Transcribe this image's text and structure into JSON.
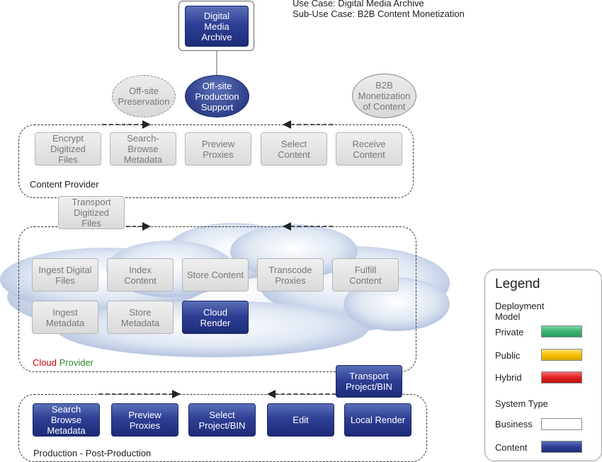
{
  "header": {
    "use_case": "Use Case: Digital Media Archive",
    "sub_use_case": "Sub-Use Case: B2B Content Monetization"
  },
  "top": {
    "archive": "Digital\nMedia\nArchive",
    "offsite_production": "Off-site\nProduction\nSupport",
    "offsite_preservation": "Off-site\nPreservation",
    "b2b": "B2B\nMonetization\nof Content"
  },
  "content_provider": {
    "label": "Content Provider",
    "boxes": [
      "Encrypt\nDigitized\nFiles",
      "Search-\nBrowse\nMetadata",
      "Preview\nProxies",
      "Select\nContent",
      "Receive\nContent"
    ],
    "transport": "Transport\nDigitized\nFiles"
  },
  "cloud_provider": {
    "label_part1": "Cloud",
    "label_part2": "Provider",
    "row1": [
      "Ingest Digital\nFiles",
      "Index\nContent",
      "Store Content",
      "Transcode\nProxies",
      "Fulfill\nContent"
    ],
    "row2": [
      "Ingest\nMetadata",
      "Store\nMetadata",
      "Cloud\nRender"
    ],
    "transport": "Transport\nProject/BIN"
  },
  "production": {
    "label": "Production - Post-Production",
    "boxes": [
      "Search\nBrowse\nMetadata",
      "Preview\nProxies",
      "Select\nProject/BIN",
      "Edit",
      "Local Render"
    ]
  },
  "legend": {
    "title": "Legend",
    "deployment_model": "Deployment\nModel",
    "private": "Private",
    "public": "Public",
    "hybrid": "Hybrid",
    "system_type": "System Type",
    "business": "Business",
    "content": "Content"
  },
  "colors": {
    "private": "#3cb371",
    "public": "#f5c000",
    "hybrid": "#e02020",
    "content_blue": "#2f3f95",
    "cloud_word": "#cc0000",
    "provider_word": "#2e8b2e"
  }
}
